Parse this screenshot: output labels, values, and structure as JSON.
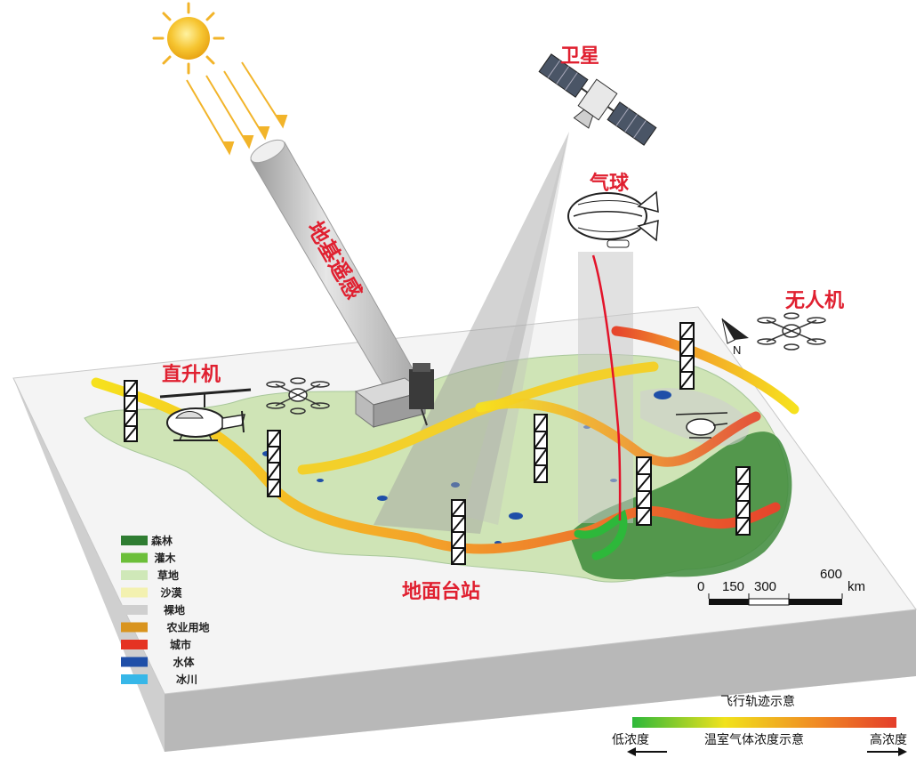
{
  "labels": {
    "satellite": "卫星",
    "balloon": "气球",
    "drone": "无人机",
    "helicopter": "直升机",
    "ground_remote": "地基遥感",
    "ground_station": "地面台站"
  },
  "legend": {
    "items": [
      {
        "label": "森林",
        "color": "#2f7d32"
      },
      {
        "label": "灌木",
        "color": "#6cbf3a"
      },
      {
        "label": "草地",
        "color": "#cfe8b8"
      },
      {
        "label": "沙漠",
        "color": "#f3f1b0"
      },
      {
        "label": "裸地",
        "color": "#cfcfcf"
      },
      {
        "label": "农业用地",
        "color": "#d9941e"
      },
      {
        "label": "城市",
        "color": "#e53322"
      },
      {
        "label": "水体",
        "color": "#1f4fa8"
      },
      {
        "label": "冰川",
        "color": "#37b7e8"
      }
    ]
  },
  "scale": {
    "ticks": [
      "0",
      "150",
      "300",
      "600"
    ],
    "unit": "km"
  },
  "north": "N",
  "colorbar": {
    "title": "飞行轨迹示意",
    "low": "低浓度",
    "mid": "温室气体浓度示意",
    "high": "高浓度",
    "colors": [
      "#2db83a",
      "#f1e21c",
      "#f08a24",
      "#e43d2a"
    ]
  }
}
